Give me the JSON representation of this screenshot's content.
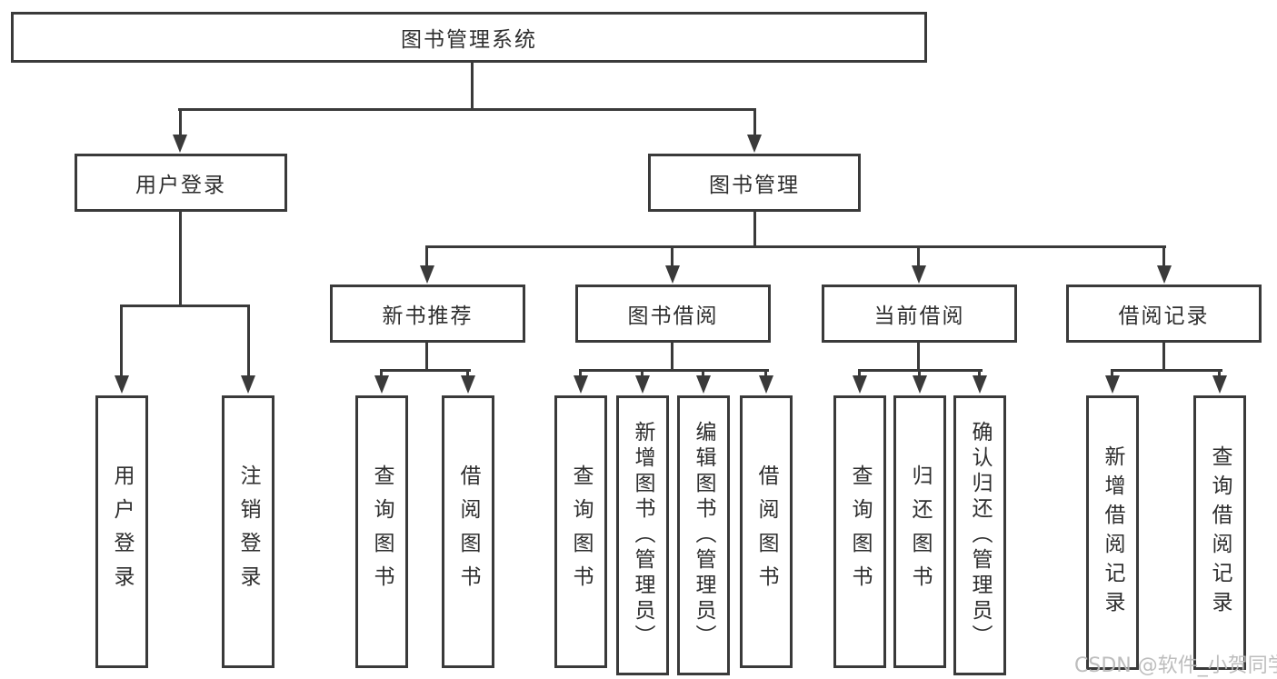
{
  "page": {
    "watermark": "CSDN @软件_小贺同学"
  },
  "tree": {
    "label": "图书管理系统",
    "children": [
      {
        "label": "用户登录",
        "children": [
          {
            "label": "用户登录"
          },
          {
            "label": "注销登录"
          }
        ]
      },
      {
        "label": "图书管理",
        "children": [
          {
            "label": "新书推荐",
            "children": [
              {
                "label": "查询图书"
              },
              {
                "label": "借阅图书"
              }
            ]
          },
          {
            "label": "图书借阅",
            "children": [
              {
                "label": "查询图书"
              },
              {
                "label": "新增图书（管理员）"
              },
              {
                "label": "编辑图书（管理员）"
              },
              {
                "label": "借阅图书"
              }
            ]
          },
          {
            "label": "当前借阅",
            "children": [
              {
                "label": "查询图书"
              },
              {
                "label": "归还图书"
              },
              {
                "label": "确认归还（管理员）"
              }
            ]
          },
          {
            "label": "借阅记录",
            "children": [
              {
                "label": "新增借阅记录"
              },
              {
                "label": "查询借阅记录"
              }
            ]
          }
        ]
      }
    ]
  }
}
